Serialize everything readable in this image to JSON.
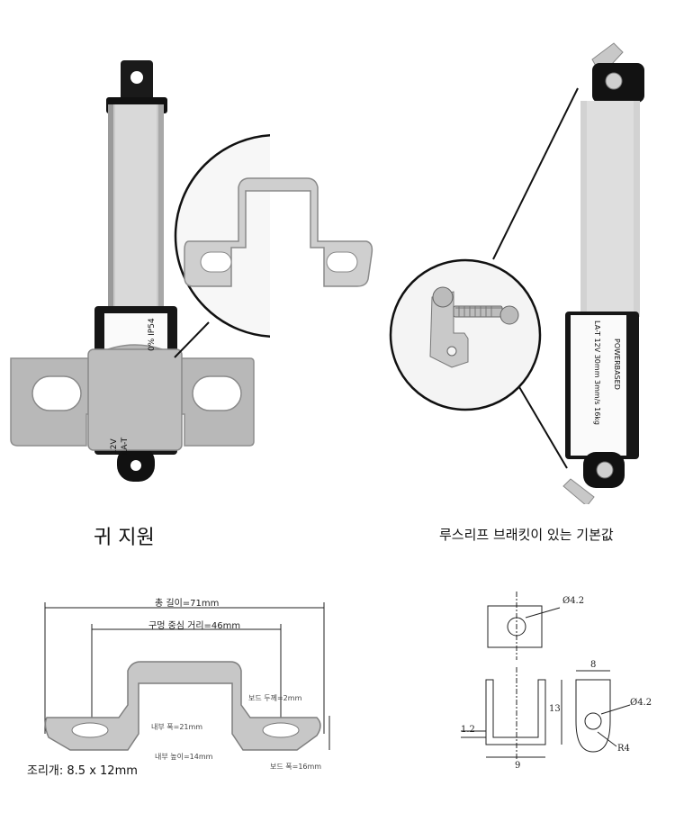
{
  "left_panel": {
    "caption": "귀 지원",
    "label_text": [
      "LA-T",
      "12V",
      "0% IP54"
    ]
  },
  "right_panel": {
    "caption": "루스리프 브래킷이 있는 기본값",
    "label_text": [
      "LA-T 12V 30mm 3mm/s 16kg",
      "POWERBASED"
    ]
  },
  "bracket_dims": {
    "total_length": "총 길이=71mm",
    "hole_center": "구멍 중심 거리=46mm",
    "board_thickness": "보드 두께=2mm",
    "inner_width": "내부 폭=21mm",
    "inner_height": "내부 높이=14mm",
    "board_width": "보드 폭=16mm",
    "slot": "조리개: 8.5 x 12mm"
  },
  "drawing_dims": {
    "hole_top": "Ø4.2",
    "hole_side": "Ø4.2",
    "width": "8",
    "height": "13",
    "thickness": "1.2",
    "inner": "9",
    "radius": "R4"
  }
}
